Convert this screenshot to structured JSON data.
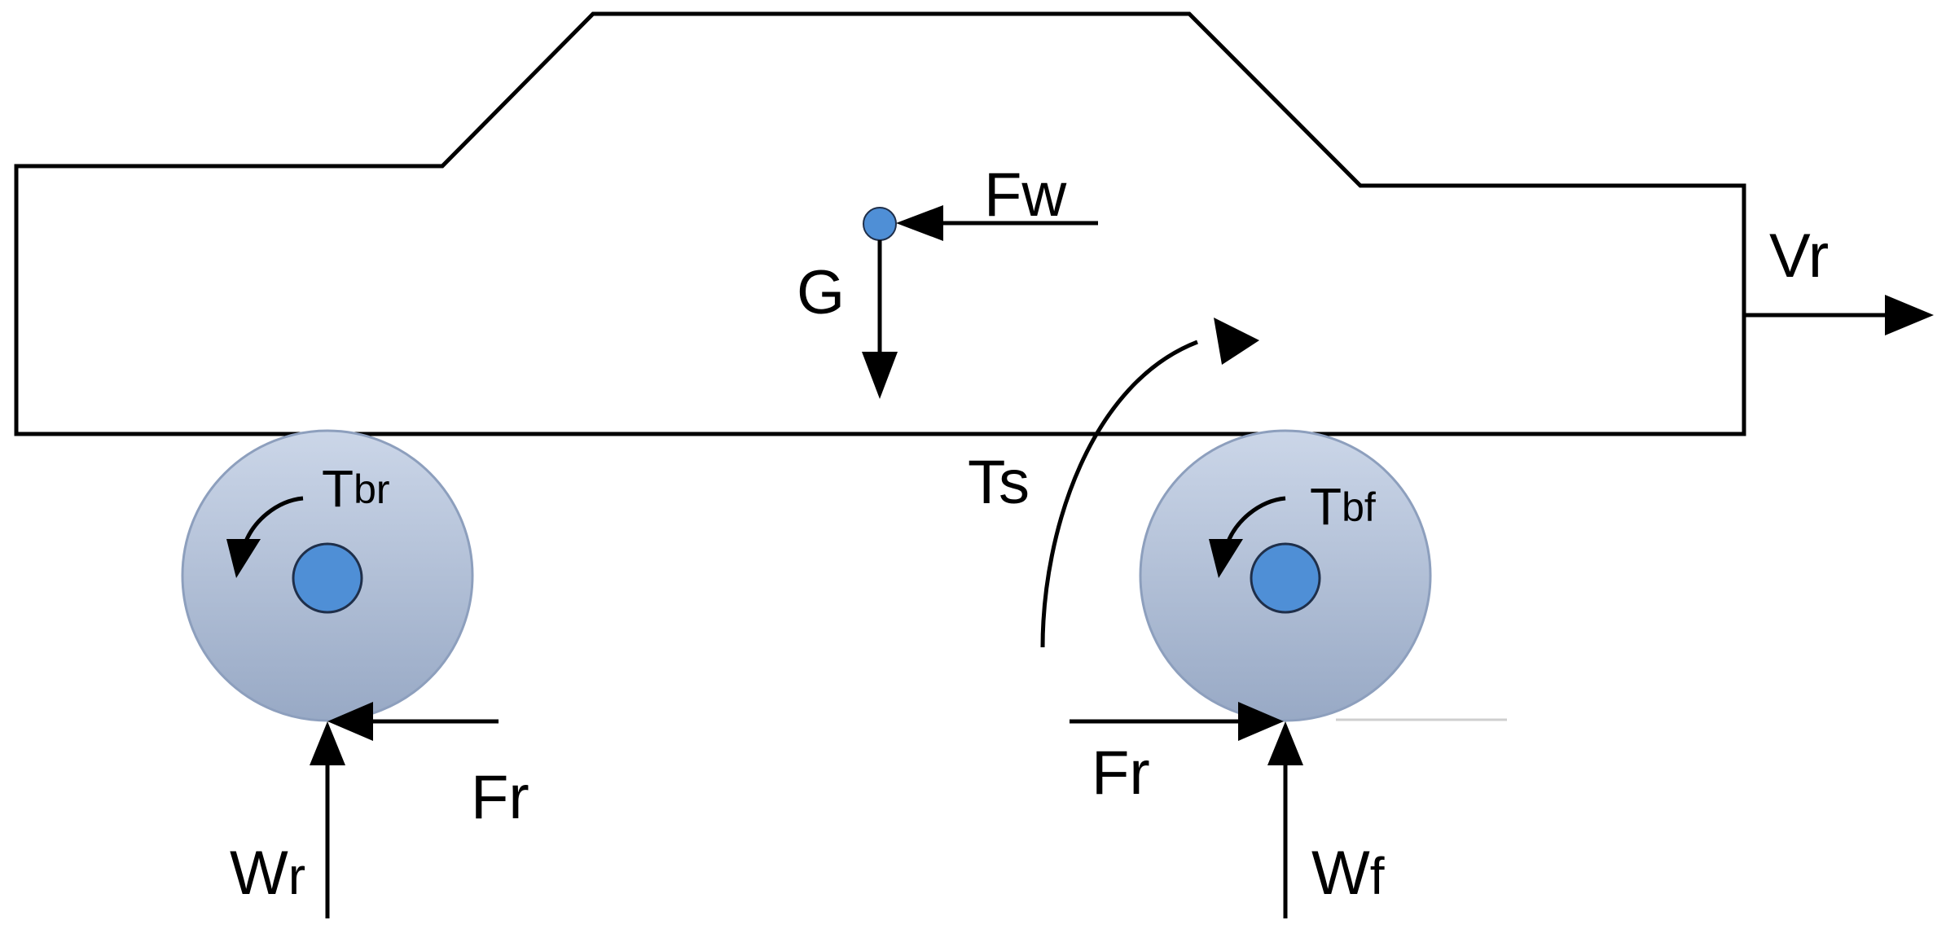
{
  "labels": {
    "gravity": "G",
    "wind_force": "Fw",
    "velocity": "Vr",
    "steering_torque": "Ts",
    "rear_brake_torque_main": "T",
    "rear_brake_torque_sub": "br",
    "front_brake_torque_main": "T",
    "front_brake_torque_sub": "bf",
    "rear_friction": "Fr",
    "front_friction": "Fr",
    "rear_load_main": "W",
    "rear_load_sub": "r",
    "front_load_main": "W",
    "front_load_sub": "f"
  },
  "colors": {
    "stroke": "#000000",
    "wheel_fill_top": "#c6d2e6",
    "wheel_fill_bottom": "#9aabc6",
    "wheel_edge": "#8d9fbd",
    "hub_fill": "#4f8fd6",
    "cg_dot": "#4f8fd6"
  }
}
